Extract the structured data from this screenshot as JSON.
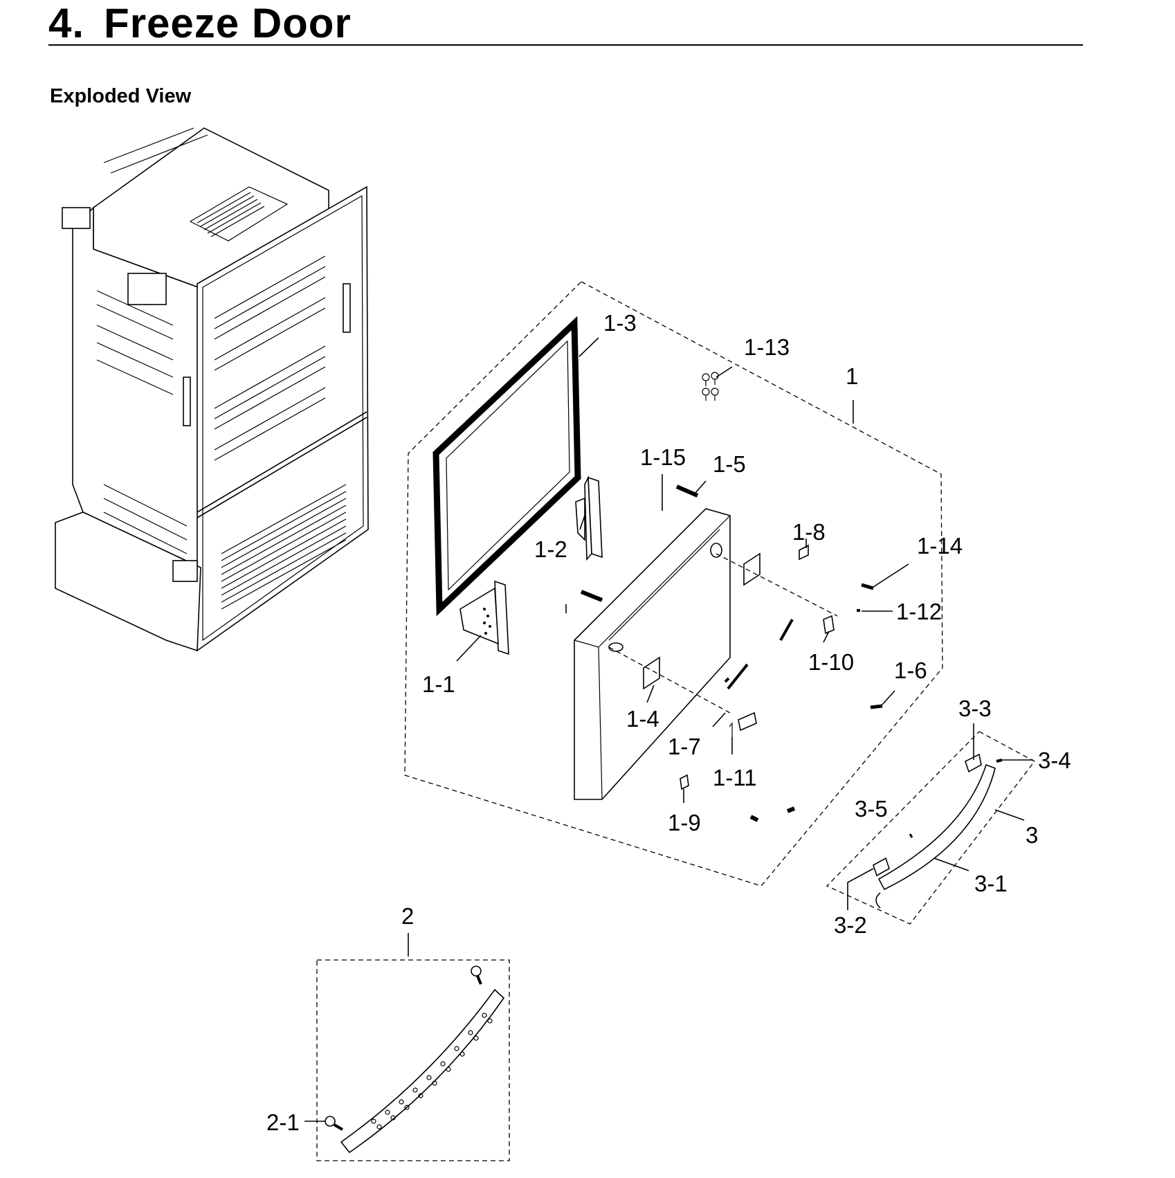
{
  "header": {
    "number": "4.",
    "title": "Freeze Door",
    "subtitle": "Exploded View"
  },
  "callouts": {
    "c1": "1",
    "c1_1": "1-1",
    "c1_2": "1-2",
    "c1_3": "1-3",
    "c1_4": "1-4",
    "c1_5": "1-5",
    "c1_6": "1-6",
    "c1_7": "1-7",
    "c1_8": "1-8",
    "c1_9": "1-9",
    "c1_10": "1-10",
    "c1_11": "1-11",
    "c1_12": "1-12",
    "c1_13": "1-13",
    "c1_14": "1-14",
    "c1_15": "1-15",
    "c2": "2",
    "c2_1": "2-1",
    "c3": "3",
    "c3_1": "3-1",
    "c3_2": "3-2",
    "c3_3": "3-3",
    "c3_4": "3-4",
    "c3_5": "3-5"
  }
}
